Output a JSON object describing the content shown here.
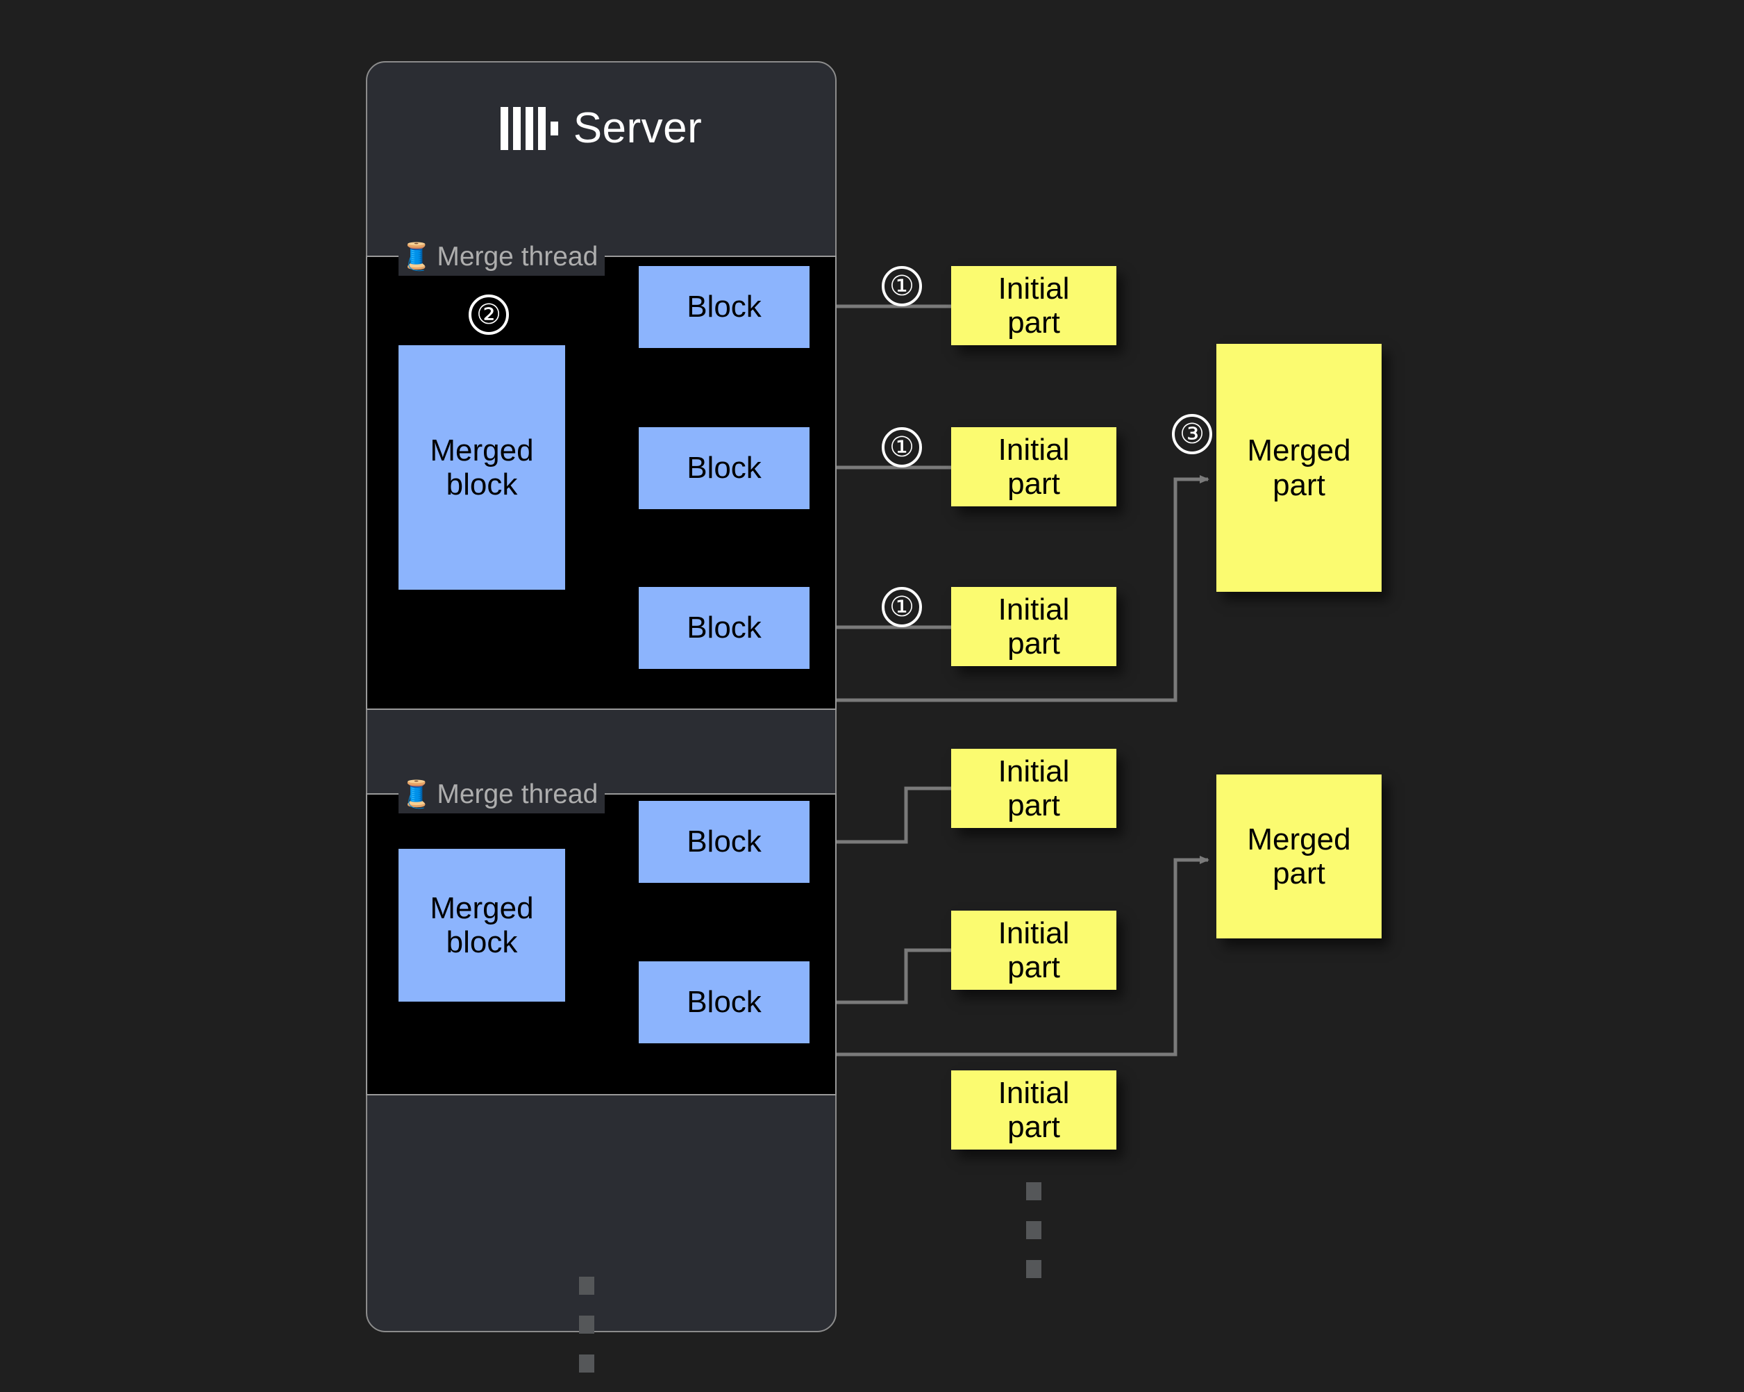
{
  "server": {
    "title": "Server",
    "logo_icon": "clickhouse-logo-icon"
  },
  "merge_threads": [
    {
      "label": "Merge thread",
      "icon": "thread-spool-icon",
      "merged_block_label": "Merged block",
      "blocks": [
        "Block",
        "Block",
        "Block"
      ]
    },
    {
      "label": "Merge thread",
      "icon": "thread-spool-icon",
      "merged_block_label": "Merged block",
      "blocks": [
        "Block",
        "Block"
      ]
    }
  ],
  "steps": {
    "one": "①",
    "two": "②",
    "three": "③"
  },
  "initial_parts": [
    "Initial\npart",
    "Initial\npart",
    "Initial\npart",
    "Initial\npart",
    "Initial\npart",
    "Initial\npart"
  ],
  "initial_part_line1": "Initial",
  "initial_part_line2": "part",
  "merged_part_line1": "Merged",
  "merged_part_line2": "part",
  "merged_parts": [
    "Merged part",
    "Merged part"
  ],
  "ellipsis": {
    "server_column": "vertical-ellipsis",
    "parts_column": "vertical-ellipsis"
  },
  "colors": {
    "background": "#1f1f1f",
    "card": "#2b2d33",
    "thread_region": "#000000",
    "block": "#8cb4fd",
    "part": "#fbfb70",
    "border": "#9a9a9a",
    "wire": "#7a7a7a",
    "label_text": "#aeaeae",
    "title_text": "#ffffff"
  }
}
